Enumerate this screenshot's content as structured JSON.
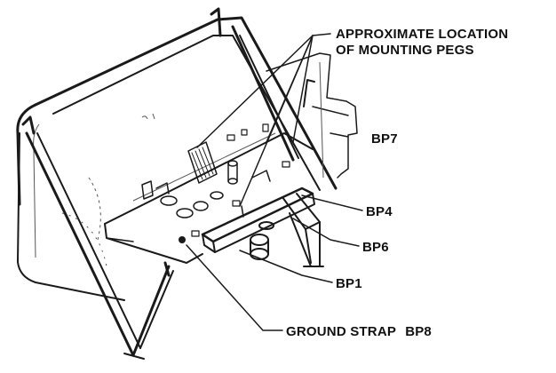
{
  "callouts": {
    "pegs_line1": "APPROXIMATE LOCATION",
    "pegs_line2": "OF MOUNTING PEGS",
    "bp7": "BP7",
    "bp4": "BP4",
    "bp6": "BP6",
    "bp1": "BP1",
    "ground_strap": "GROUND STRAP",
    "bp8": "BP8"
  },
  "colors": {
    "ink": "#1a1a1a",
    "background": "#ffffff"
  }
}
